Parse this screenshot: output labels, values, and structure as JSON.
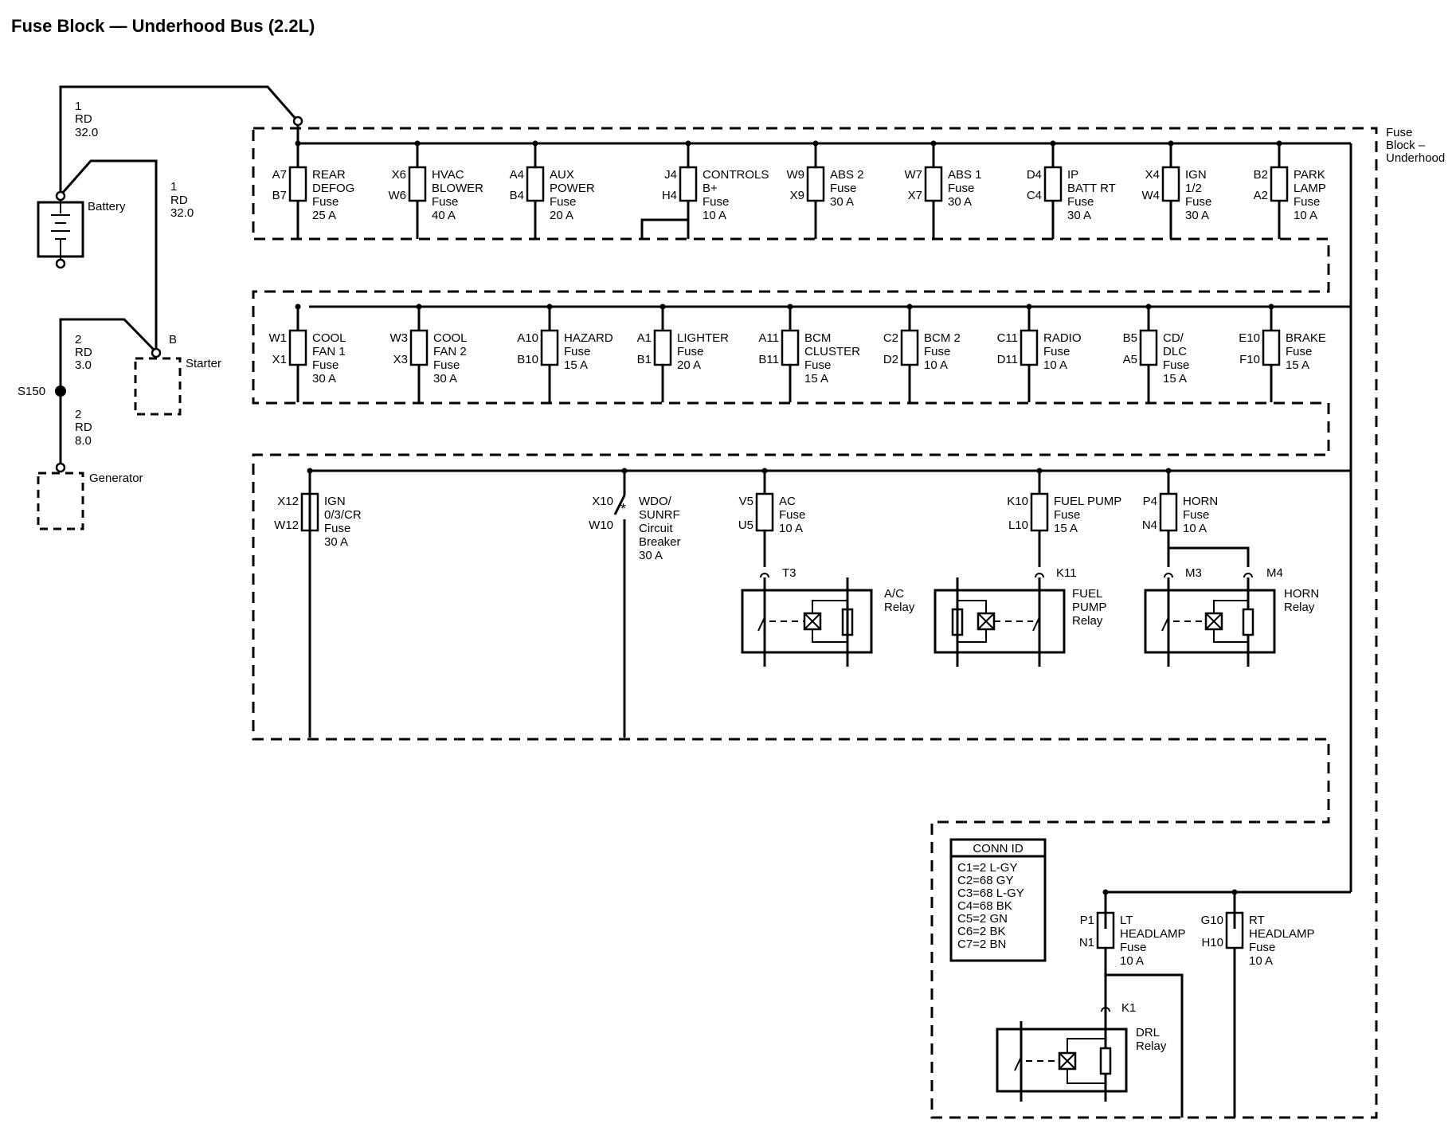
{
  "title": "Fuse Block — Underhood Bus (2.2L)",
  "fuse_block_label": [
    "Fuse",
    "Block –",
    "Underhood"
  ],
  "battery_label": "Battery",
  "starter_label": "Starter",
  "starter_pin": "B",
  "generator_label": "Generator",
  "splice": "S150",
  "wires": [
    {
      "id": "w1",
      "num": "1",
      "color": "RD",
      "gauge": "32.0"
    },
    {
      "id": "w2",
      "num": "1",
      "color": "RD",
      "gauge": "32.0"
    },
    {
      "id": "w3",
      "num": "2",
      "color": "RD",
      "gauge": "3.0"
    },
    {
      "id": "w4",
      "num": "2",
      "color": "RD",
      "gauge": "8.0"
    }
  ],
  "row1": [
    {
      "top": "A7",
      "bot": "B7",
      "lines": [
        "REAR",
        "DEFOG",
        "Fuse",
        "25 A"
      ]
    },
    {
      "top": "X6",
      "bot": "W6",
      "lines": [
        "HVAC",
        "BLOWER",
        "Fuse",
        "40 A"
      ]
    },
    {
      "top": "A4",
      "bot": "B4",
      "lines": [
        "AUX",
        "POWER",
        "Fuse",
        "20 A"
      ]
    },
    {
      "top": "J4",
      "bot": "H4",
      "lines": [
        "CONTROLS",
        "B+",
        "Fuse",
        "10 A"
      ]
    },
    {
      "top": "W9",
      "bot": "X9",
      "lines": [
        "ABS 2",
        "Fuse",
        "30 A"
      ]
    },
    {
      "top": "W7",
      "bot": "X7",
      "lines": [
        "ABS 1",
        "Fuse",
        "30 A"
      ]
    },
    {
      "top": "D4",
      "bot": "C4",
      "lines": [
        "IP",
        "BATT RT",
        "Fuse",
        "30 A"
      ]
    },
    {
      "top": "X4",
      "bot": "W4",
      "lines": [
        "IGN",
        "1/2",
        "Fuse",
        "30 A"
      ]
    },
    {
      "top": "B2",
      "bot": "A2",
      "lines": [
        "PARK",
        "LAMP",
        "Fuse",
        "10 A"
      ]
    }
  ],
  "row2": [
    {
      "top": "W1",
      "bot": "X1",
      "lines": [
        "COOL",
        "FAN 1",
        "Fuse",
        "30 A"
      ]
    },
    {
      "top": "W3",
      "bot": "X3",
      "lines": [
        "COOL",
        "FAN 2",
        "Fuse",
        "30 A"
      ]
    },
    {
      "top": "A10",
      "bot": "B10",
      "lines": [
        "HAZARD",
        "Fuse",
        "15 A"
      ]
    },
    {
      "top": "A1",
      "bot": "B1",
      "lines": [
        "LIGHTER",
        "Fuse",
        "20 A"
      ]
    },
    {
      "top": "A11",
      "bot": "B11",
      "lines": [
        "BCM",
        "CLUSTER",
        "Fuse",
        "15 A"
      ]
    },
    {
      "top": "C2",
      "bot": "D2",
      "lines": [
        "BCM 2",
        "Fuse",
        "10 A"
      ]
    },
    {
      "top": "C11",
      "bot": "D11",
      "lines": [
        "RADIO",
        "Fuse",
        "10 A"
      ]
    },
    {
      "top": "B5",
      "bot": "A5",
      "lines": [
        "CD/",
        "DLC",
        "Fuse",
        "15 A"
      ]
    },
    {
      "top": "E10",
      "bot": "F10",
      "lines": [
        "BRAKE",
        "Fuse",
        "15 A"
      ]
    }
  ],
  "row3": [
    {
      "top": "X12",
      "bot": "W12",
      "lines": [
        "IGN",
        "0/3/CR",
        "Fuse",
        "30 A"
      ]
    },
    {
      "top": "X10",
      "bot": "W10",
      "lines": [
        "WDO/",
        "SUNRF",
        "Circuit",
        "Breaker",
        "30 A"
      ]
    },
    {
      "top": "V5",
      "bot": "U5",
      "lines": [
        "AC",
        "Fuse",
        "10 A"
      ]
    },
    {
      "top": "K10",
      "bot": "L10",
      "lines": [
        "FUEL PUMP",
        "Fuse",
        "15 A"
      ]
    },
    {
      "top": "P4",
      "bot": "N4",
      "lines": [
        "HORN",
        "Fuse",
        "10 A"
      ]
    }
  ],
  "row4": [
    {
      "top": "P1",
      "bot": "N1",
      "lines": [
        "LT",
        "HEADLAMP",
        "Fuse",
        "10 A"
      ]
    },
    {
      "top": "G10",
      "bot": "H10",
      "lines": [
        "RT",
        "HEADLAMP",
        "Fuse",
        "10 A"
      ]
    }
  ],
  "relays": {
    "ac": {
      "lines": [
        "A/C",
        "Relay"
      ],
      "conn": "T3"
    },
    "fuel": {
      "lines": [
        "FUEL",
        "PUMP",
        "Relay"
      ],
      "conn": "K11"
    },
    "horn": {
      "lines": [
        "HORN",
        "Relay"
      ],
      "conn1": "M3",
      "conn2": "M4"
    },
    "drl": {
      "lines": [
        "DRL",
        "Relay"
      ],
      "conn": "K1"
    }
  },
  "conn_id": {
    "header": "CONN ID",
    "lines": [
      "C1=2 L-GY",
      "C2=68 GY",
      "C3=68 L-GY",
      "C4=68 BK",
      "C5=2 GN",
      "C6=2 BK",
      "C7=2 BN"
    ]
  }
}
